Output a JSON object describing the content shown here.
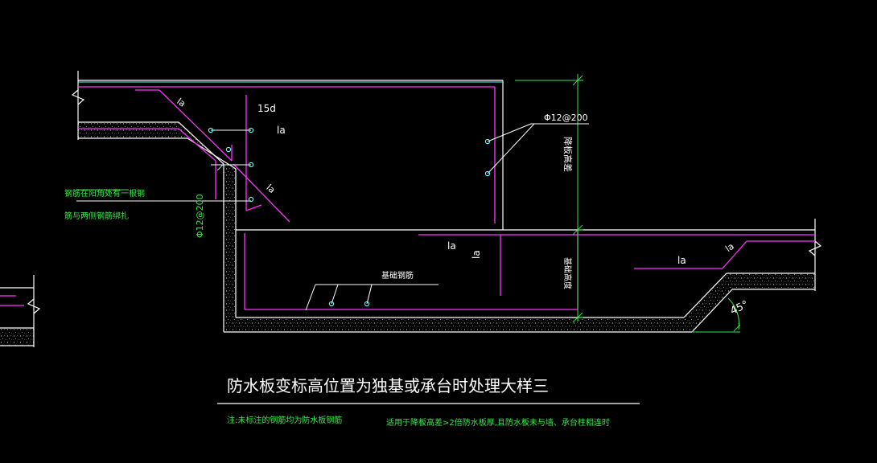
{
  "drawing": {
    "title": "防水板变标高位置为独基或承台时处理大样三",
    "note_left": "注:未标注的钢筋均为防水板钢筋",
    "note_right": "适用于降板高差>2倍防水板厚,且防水板未与墙、承台柱相连时",
    "labels": {
      "la_top_slant": "la",
      "d15": "15d",
      "la_mid": "la",
      "la_lower_slant": "la",
      "rebar_top_right": "Φ12@200",
      "height_diff": "降板高差",
      "rebar_left_vert": "Φ12@200",
      "la_lower_horiz": "la",
      "la_lower_vert": "la",
      "la_right": "la",
      "la_right_slant": "la",
      "foundation_rebar": "基础钢筋",
      "foundation_height": "基础高度",
      "angle": "45°",
      "note_rebar_line1": "钢筋在阳角处有一根钢",
      "note_rebar_line2": "筋与两侧钢筋绑扎"
    },
    "colors": {
      "background": "#000000",
      "concrete_outline": "#ffffff",
      "rebar_magenta": "#ff33ff",
      "cyan_lines": "#66ffff",
      "dimension_green": "#36e84a",
      "leader_white": "#ffffff",
      "text_white": "#ffffff",
      "text_green": "#36e84a"
    }
  }
}
